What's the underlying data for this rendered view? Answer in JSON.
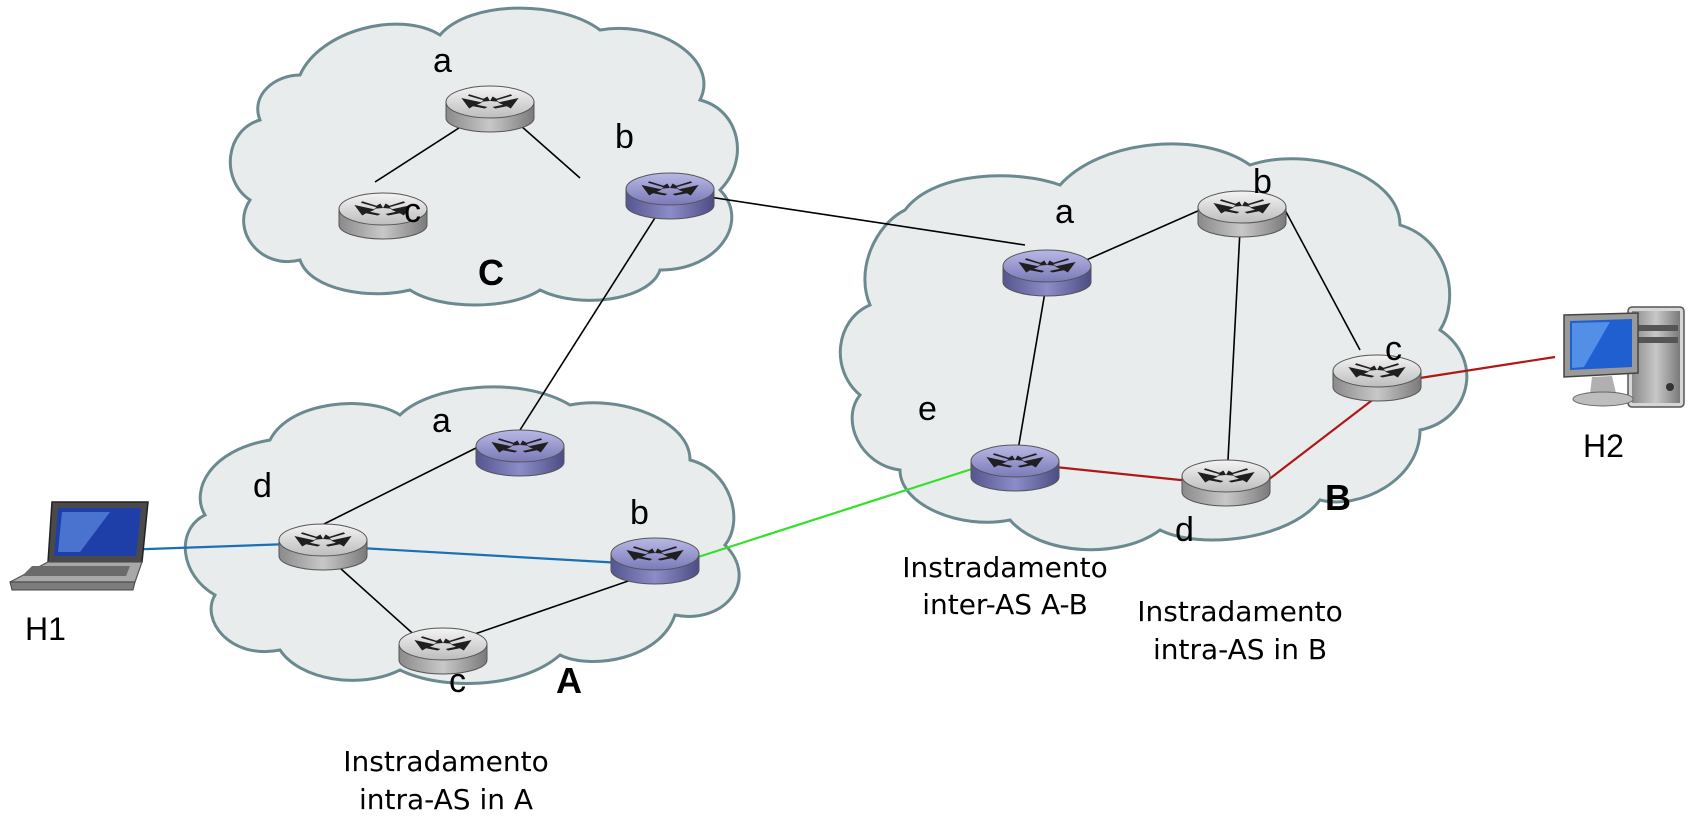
{
  "autonomous_systems": {
    "A": {
      "label": "A",
      "routers": {
        "a": "a",
        "b": "b",
        "c": "c",
        "d": "d"
      },
      "caption_line1": "Instradamento",
      "caption_line2": "intra-AS in A"
    },
    "B": {
      "label": "B",
      "routers": {
        "a": "a",
        "b": "b",
        "c": "c",
        "d": "d",
        "e": "e"
      },
      "caption_line1": "Instradamento",
      "caption_line2": "intra-AS in B"
    },
    "C": {
      "label": "C",
      "routers": {
        "a": "a",
        "b": "b",
        "c": "c"
      }
    }
  },
  "inter_as": {
    "caption_line1": "Instradamento",
    "caption_line2": "inter-AS A-B"
  },
  "hosts": {
    "h1": {
      "label": "H1",
      "icon": "laptop-icon"
    },
    "h2": {
      "label": "H2",
      "icon": "desktop-computer-icon"
    }
  },
  "colors": {
    "cloud_fill": "#e8eced",
    "gateway_router": "#7f7fc0",
    "internal_router": "#b5b5b5",
    "path_intra_A": "#1a6fb5",
    "path_inter_AB": "#33e02a",
    "path_intra_B": "#b01818"
  }
}
